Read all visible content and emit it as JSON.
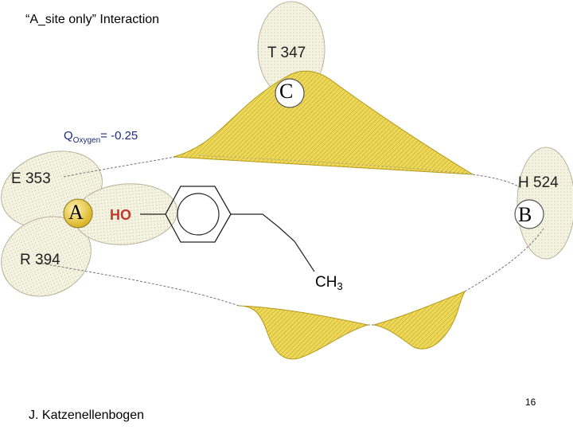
{
  "title": "“A_site only” Interaction",
  "author": "J. Katzenellenbogen",
  "page_number": "16",
  "charge": {
    "prefix": "Q",
    "subscript": "Oxygen",
    "value": "= -0.25"
  },
  "residues": {
    "e353": "E 353",
    "t347": "T 347",
    "h524": "H 524",
    "r394": "R 394"
  },
  "sites": {
    "a": "A",
    "b": "B",
    "c": "C"
  },
  "ligand": {
    "hydroxyl": "HO",
    "methyl": "CH",
    "methyl_sub": "3"
  },
  "colors": {
    "contact": "#e8d44d",
    "contact_edge": "#b59a1a",
    "residue_fill": "#f2f0dc",
    "site_a": "#e8c93a",
    "hydroxyl": "#c0392b",
    "charge_text": "#1f2a7a"
  }
}
